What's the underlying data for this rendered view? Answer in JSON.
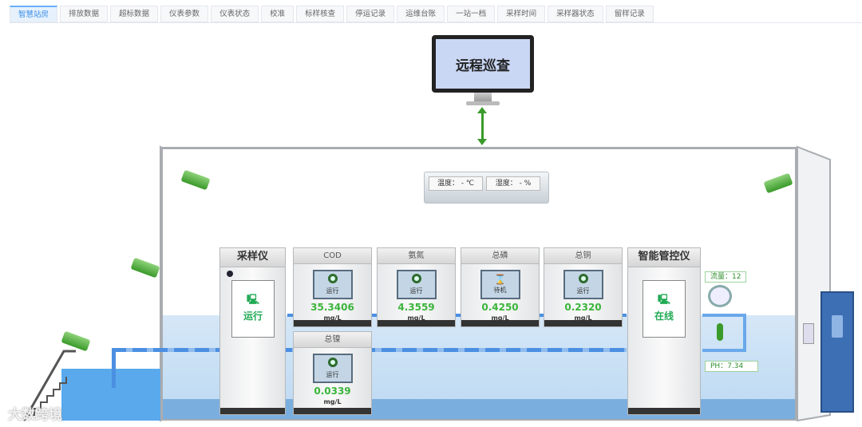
{
  "tabs": [
    {
      "label": "智慧站房",
      "active": true
    },
    {
      "label": "排放数据"
    },
    {
      "label": "超标数据"
    },
    {
      "label": "仪表参数"
    },
    {
      "label": "仪表状态"
    },
    {
      "label": "校准"
    },
    {
      "label": "标样核查"
    },
    {
      "label": "停运记录"
    },
    {
      "label": "运维台账"
    },
    {
      "label": "一站一档"
    },
    {
      "label": "采样时间"
    },
    {
      "label": "采样器状态"
    },
    {
      "label": "留样记录"
    }
  ],
  "monitor": {
    "title": "远程巡查"
  },
  "ac": {
    "temperature": "温度： - ℃",
    "humidity": "湿度： - %"
  },
  "sampler": {
    "title": "采样仪",
    "status": "运行"
  },
  "controller": {
    "title": "智能管控仪",
    "status": "在线"
  },
  "analyzers": [
    {
      "name": "COD",
      "status": "运行",
      "icon": "ring-icon",
      "value": "35.3406",
      "unit": "mg/L"
    },
    {
      "name": "氨氮",
      "status": "运行",
      "icon": "ring-icon",
      "value": "4.3559",
      "unit": "mg/L"
    },
    {
      "name": "总磷",
      "status": "待机",
      "icon": "hourglass-icon",
      "value": "0.4250",
      "unit": "mg/L"
    },
    {
      "name": "总铜",
      "status": "运行",
      "icon": "ring-icon",
      "value": "0.2320",
      "unit": "mg/L"
    },
    {
      "name": "总镍",
      "status": "运行",
      "icon": "ring-icon",
      "value": "0.0339",
      "unit": "mg/L"
    }
  ],
  "flow": "流量：12",
  "ph": "PH：7.34",
  "watermark": "大数跨境",
  "colors": {
    "accent": "#3a8ee6",
    "value_green": "#3bb53b",
    "pipe": "#4b8fe2"
  }
}
